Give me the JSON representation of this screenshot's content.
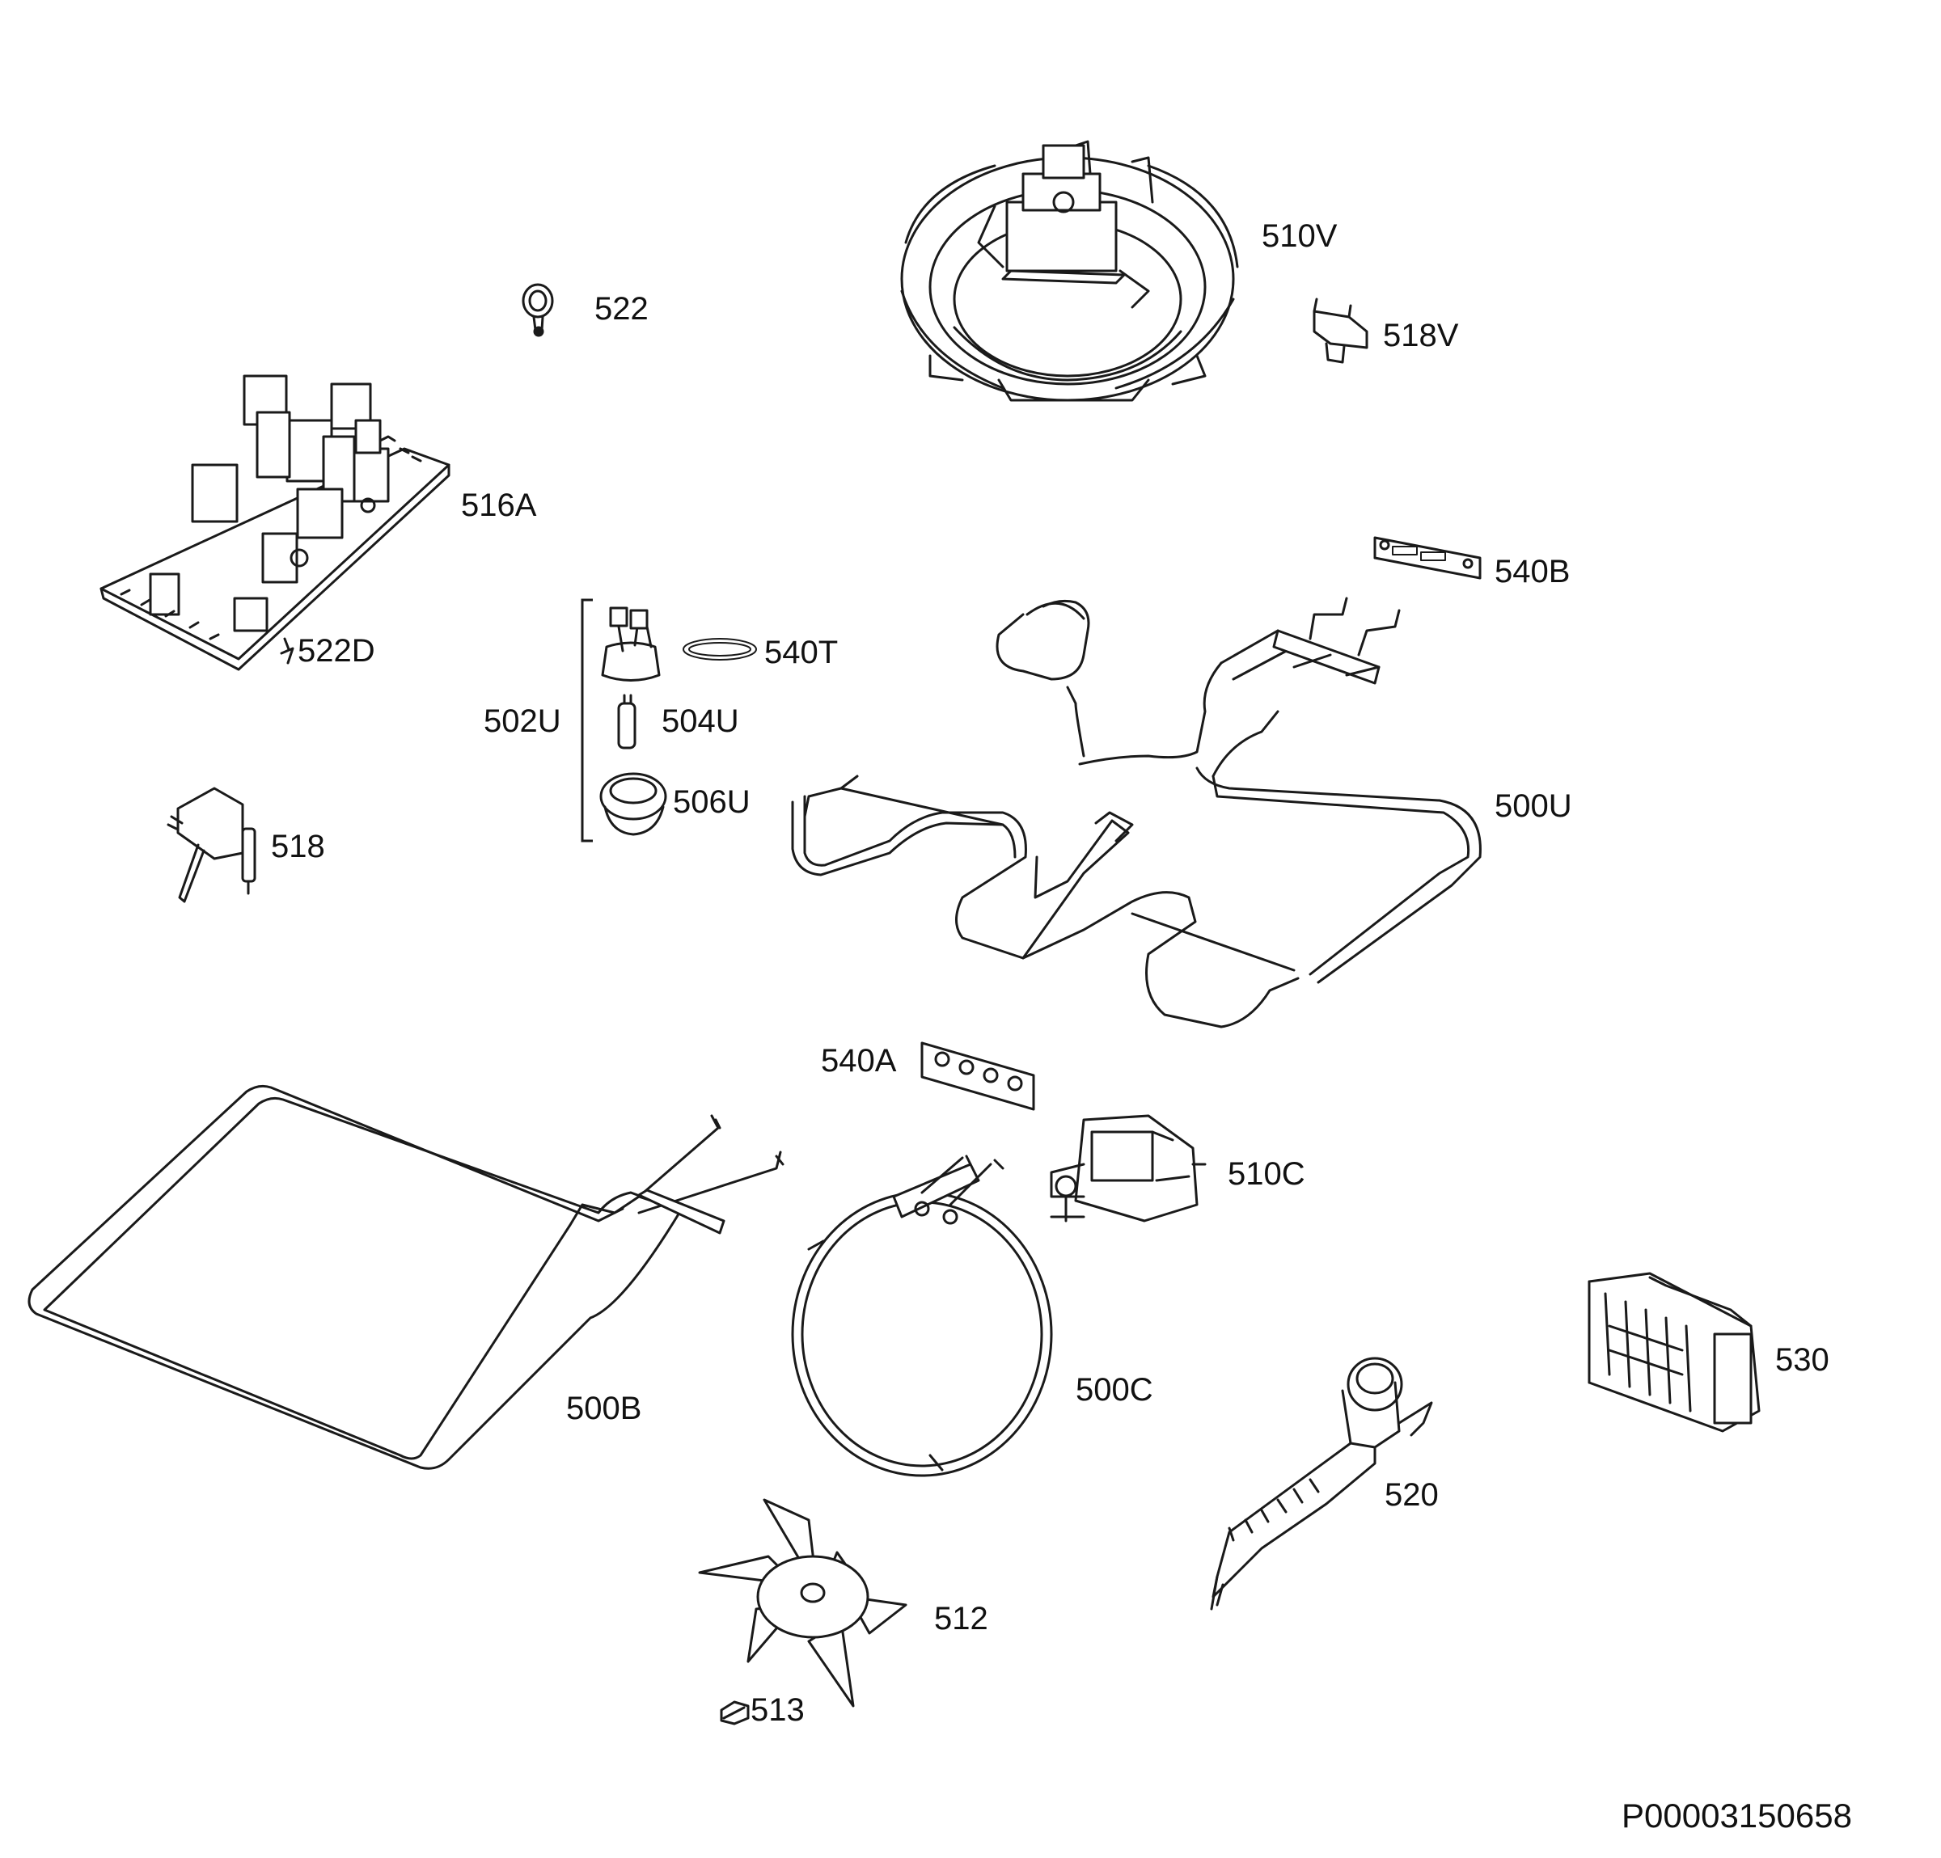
{
  "diagram_id": "P00003150658",
  "parts": [
    {
      "key": "510V",
      "label": "510V",
      "icon": "convection-fan-motor-assembly-icon"
    },
    {
      "key": "522",
      "label": "522",
      "icon": "clip-icon"
    },
    {
      "key": "518V",
      "label": "518V",
      "icon": "small-thermostat-icon"
    },
    {
      "key": "516A",
      "label": "516A",
      "icon": "circuit-board-icon"
    },
    {
      "key": "540B",
      "label": "540B",
      "icon": "terminal-plate-icon"
    },
    {
      "key": "522D",
      "label": "522D",
      "icon": "screw-icon"
    },
    {
      "key": "540T",
      "label": "540T",
      "icon": "gasket-icon"
    },
    {
      "key": "502U",
      "label": "502U",
      "icon": "lamp-assembly-bracket"
    },
    {
      "key": "504U",
      "label": "504U",
      "icon": "bulb-icon"
    },
    {
      "key": "506U",
      "label": "506U",
      "icon": "lamp-cover-icon"
    },
    {
      "key": "500U",
      "label": "500U",
      "icon": "upper-heating-element-icon"
    },
    {
      "key": "518",
      "label": "518",
      "icon": "thermostat-with-probe-icon"
    },
    {
      "key": "540A",
      "label": "540A",
      "icon": "insulation-plate-icon"
    },
    {
      "key": "510C",
      "label": "510C",
      "icon": "cooling-fan-motor-icon"
    },
    {
      "key": "500B",
      "label": "500B",
      "icon": "bottom-heating-element-icon"
    },
    {
      "key": "500C",
      "label": "500C",
      "icon": "circular-heating-element-icon"
    },
    {
      "key": "530",
      "label": "530",
      "icon": "terminal-block-icon"
    },
    {
      "key": "520",
      "label": "520",
      "icon": "door-lock-icon"
    },
    {
      "key": "512",
      "label": "512",
      "icon": "fan-blade-icon"
    },
    {
      "key": "513",
      "label": "513",
      "icon": "nut-icon"
    }
  ]
}
